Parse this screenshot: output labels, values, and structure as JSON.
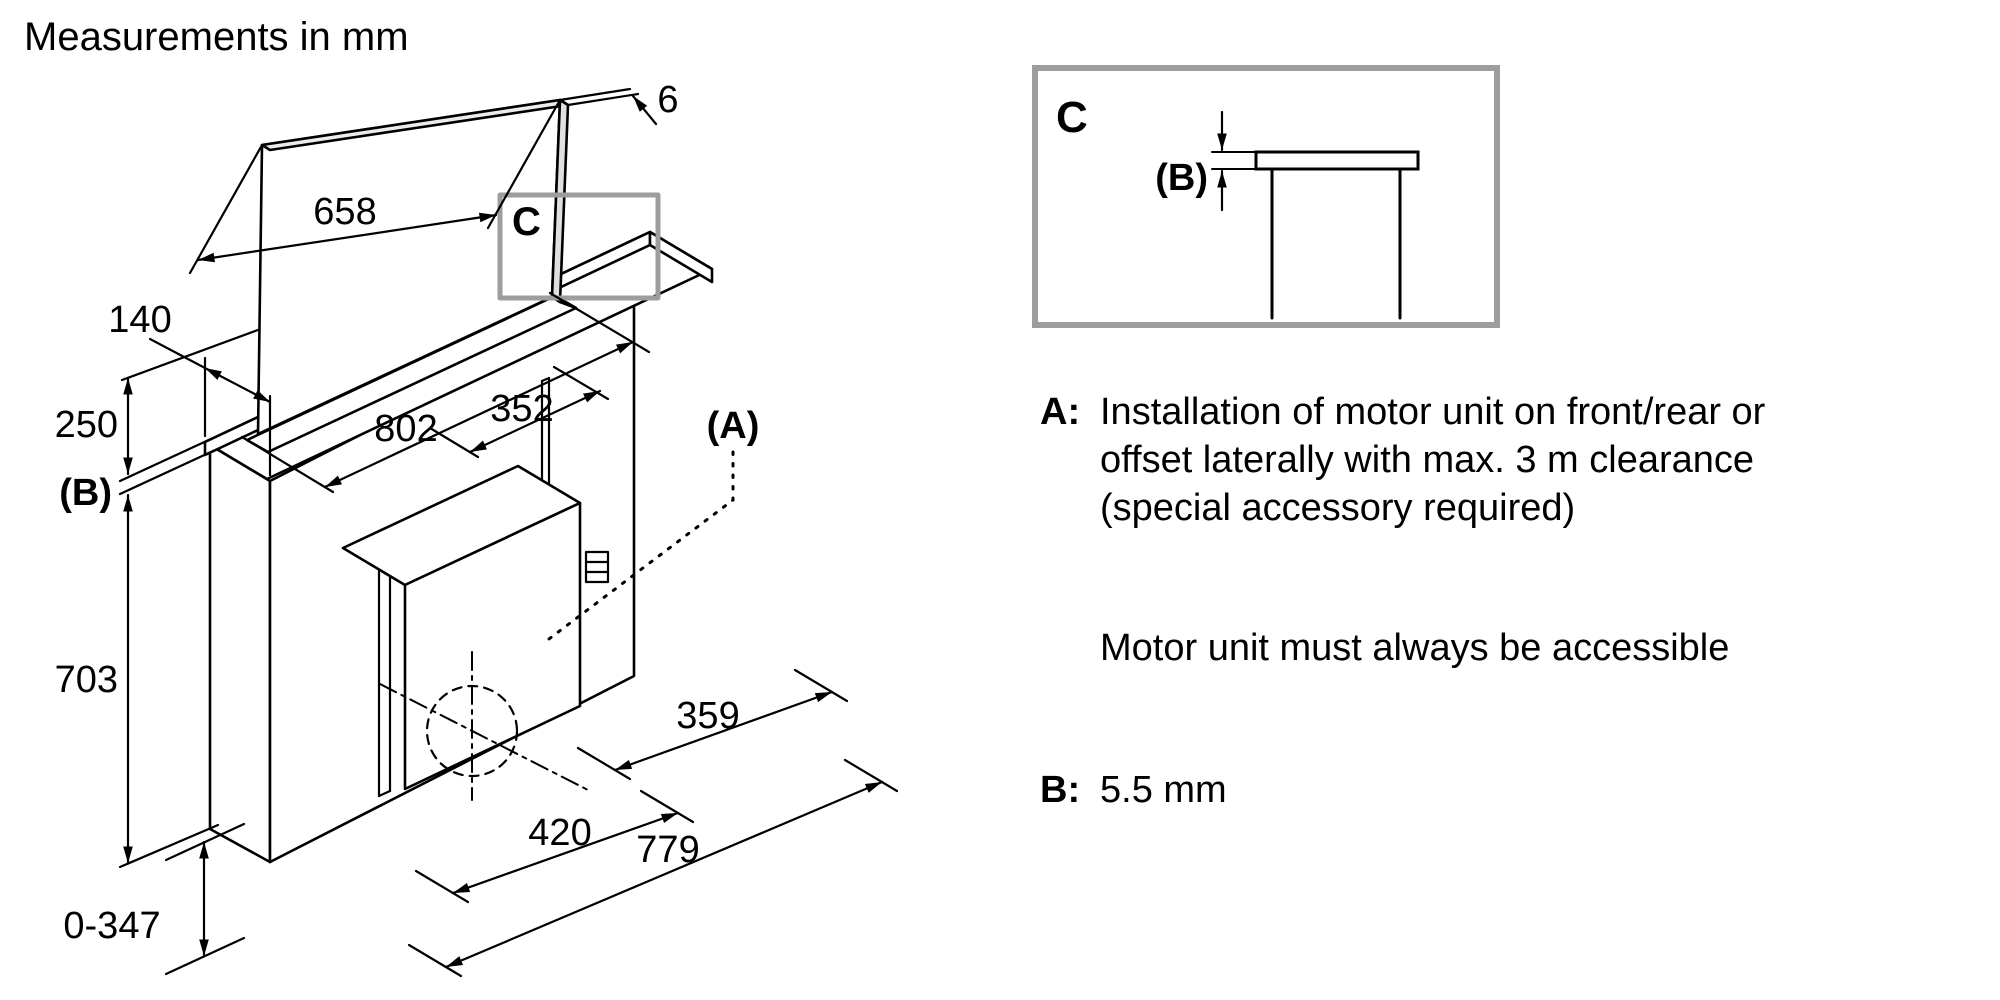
{
  "title": "Measurements in mm",
  "dims": {
    "panel_width": "658",
    "panel_thickness": "6",
    "front_overhang": "140",
    "panel_visible_height": "250",
    "plate_thickness_ref": "(B)",
    "body_height": "703",
    "bottom_adjust_range": "0-347",
    "slot_length": "802",
    "offset_352": "352",
    "motor_ref": "(A)",
    "dim_359": "359",
    "dim_420": "420",
    "dim_779": "779",
    "detail_ref": "C"
  },
  "detail": {
    "label": "C",
    "thickness_ref": "(B)"
  },
  "notes": {
    "a_key": "A:",
    "a_line1": "Installation of motor unit on front/rear or",
    "a_line2": "offset laterally with max. 3 m clearance",
    "a_line3": "(special accessory required)",
    "motor_access": "Motor unit must always be accessible",
    "b_key": "B:",
    "b_value": "5.5 mm"
  },
  "colors": {
    "line": "#000000",
    "detail_border": "#9d9d9c"
  }
}
